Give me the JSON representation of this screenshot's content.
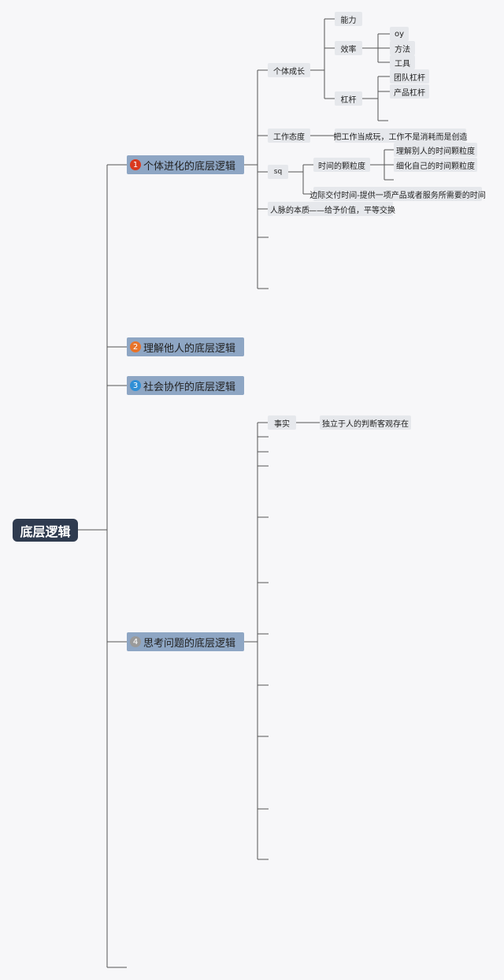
{
  "root": {
    "label": "底层逻辑"
  },
  "branches": [
    {
      "label": "个体进化的底层逻辑",
      "badge": "1",
      "color": "#d9391f"
    },
    {
      "label": "理解他人的底层逻辑",
      "badge": "2",
      "color": "#e8742a"
    },
    {
      "label": "社会协作的底层逻辑",
      "badge": "3",
      "color": "#2f8fd6"
    },
    {
      "label": "思考问题的底层逻辑",
      "badge": "4",
      "color": "#9a9a9a"
    }
  ],
  "topics": {
    "growth": "个体成长",
    "ability": "能力",
    "efficiency": "效率",
    "oy": "oy",
    "method": "方法",
    "tool": "工具",
    "lever": "杠杆",
    "team_lever": "团队杠杆",
    "product_lever": "产品杠杆",
    "attitude": "工作态度",
    "attitude_note": "把工作当成玩，工作不是消耗而是创造",
    "sq": "sq",
    "granularity": "时间的颗粒度",
    "understand_granularity": "理解别人的时间颗粒度",
    "refine_granularity": "细化自己的时间颗粒度",
    "marginal_time": "边际交付时间-提供一项产品或者服务所需要的时间",
    "connections": "人脉的本质",
    "connections_note": "——给予价值，平等交换",
    "fact": "事实",
    "fact_note": "独立于人的判断客观存在"
  },
  "colors": {
    "root_bg": "#2f3b4f",
    "branch_bg": "#8ea6c4",
    "leaf_bg": "#e6e8ec",
    "line": "#555555"
  }
}
